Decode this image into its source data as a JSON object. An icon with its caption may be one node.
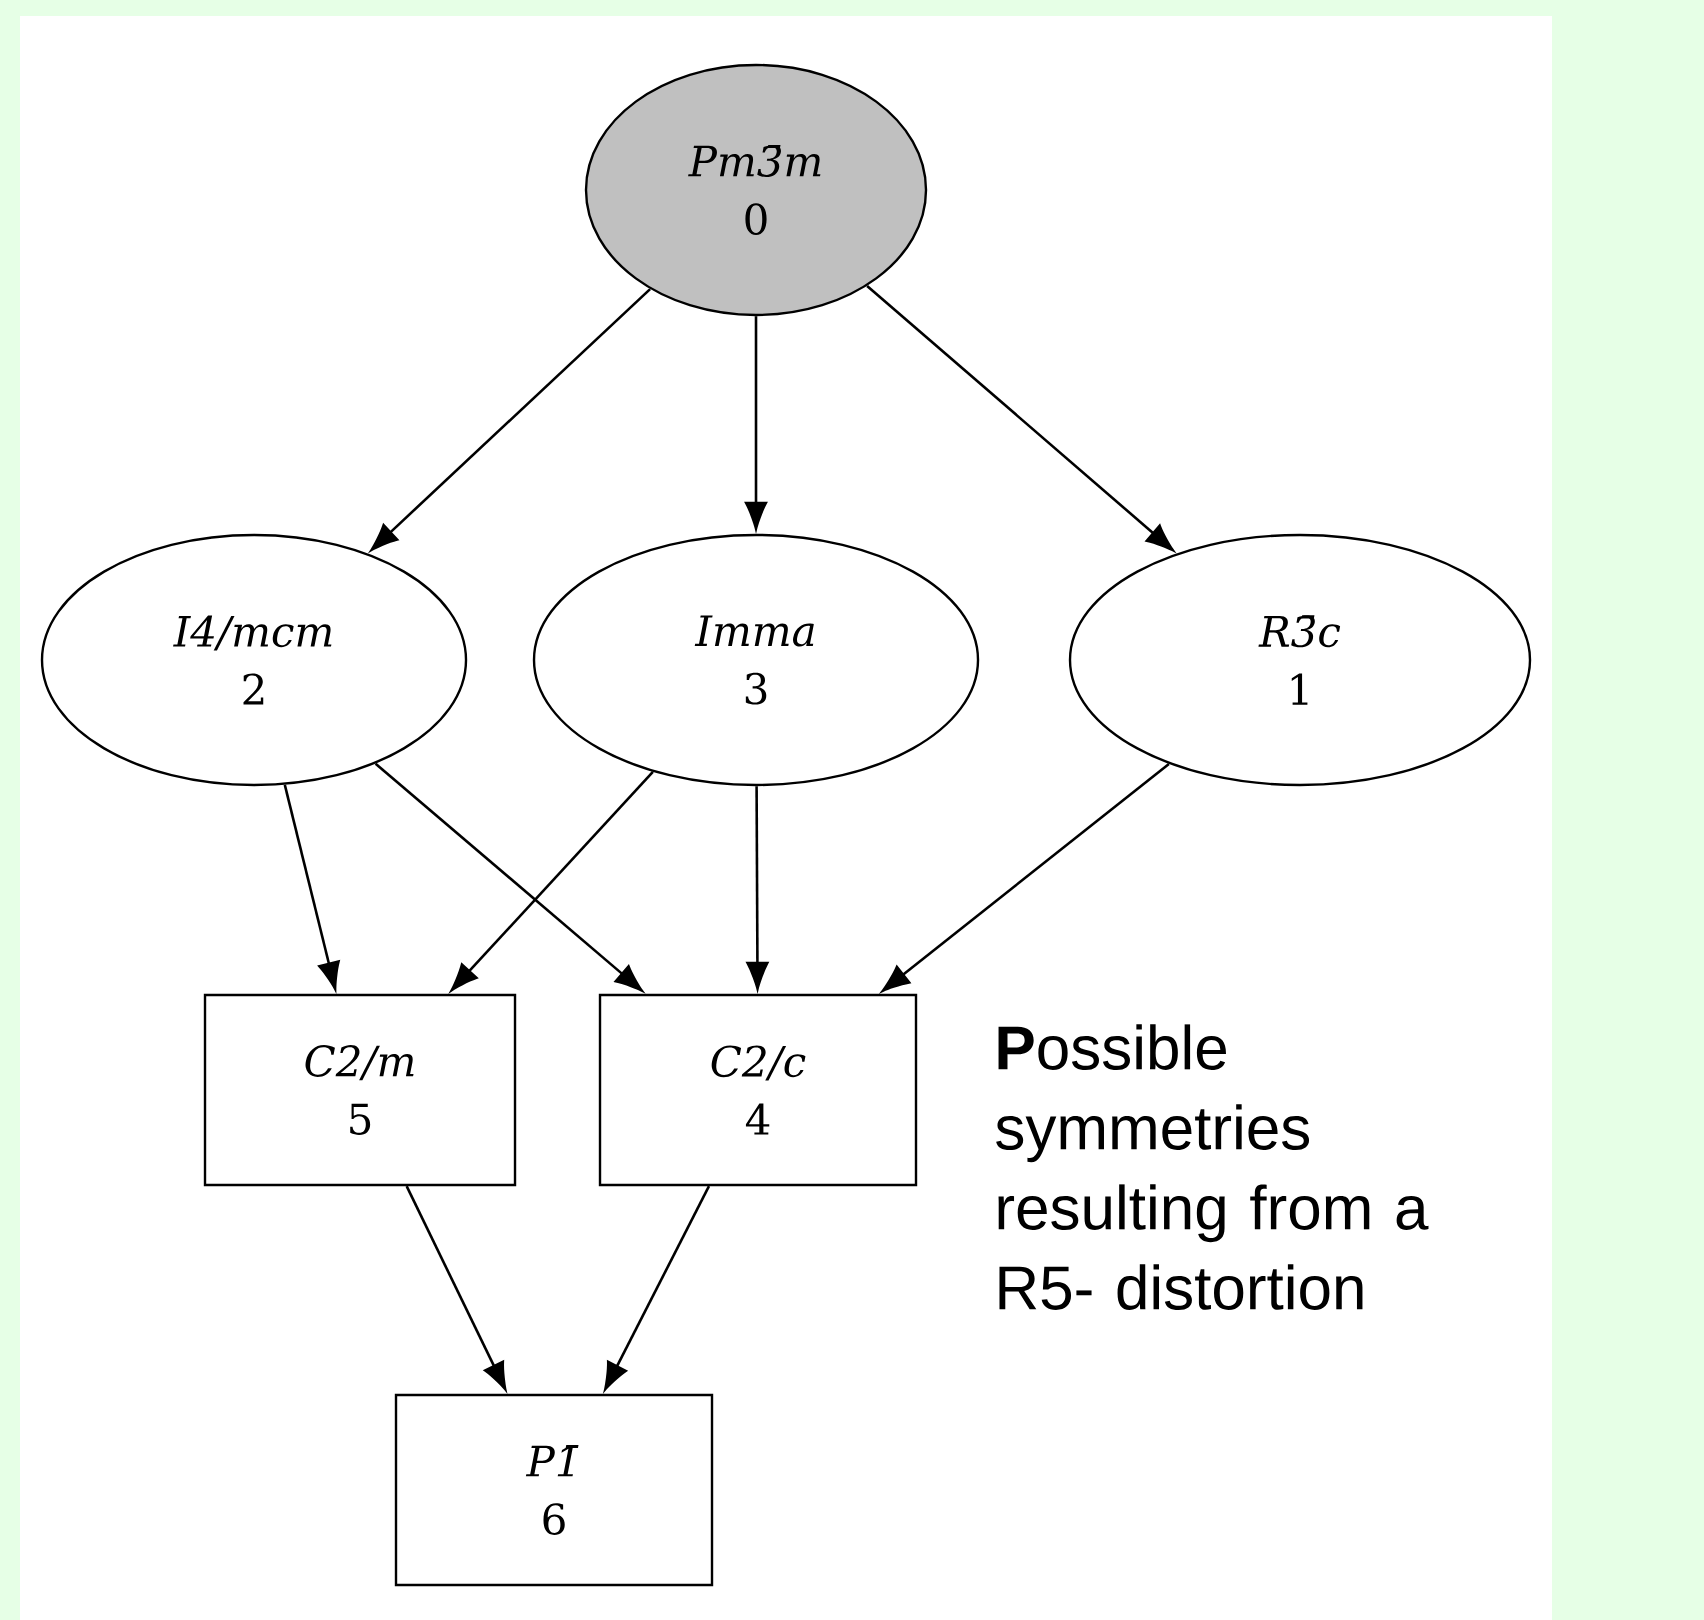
{
  "diagram": {
    "nodes": [
      {
        "text": [
          "Pm3̄m",
          "0"
        ]
      },
      {
        "text": [
          "I4/mcm",
          "2"
        ]
      },
      {
        "text": [
          "Imma",
          "3"
        ]
      },
      {
        "text": [
          "R3̄c",
          "1"
        ]
      },
      {
        "text": [
          "C2/m",
          "5"
        ]
      },
      {
        "text": [
          "C2/c",
          "4"
        ]
      },
      {
        "text": [
          "P1̄",
          "6"
        ]
      }
    ],
    "edges": [
      {
        "from": 0,
        "to": 1,
        "arrow": "to"
      },
      {
        "from": 0,
        "to": 2,
        "arrow": "to"
      },
      {
        "from": 0,
        "to": 3,
        "arrow": "to"
      },
      {
        "from": 1,
        "to": 4,
        "arrow": "to"
      },
      {
        "from": 1,
        "to": 5,
        "arrow": "to"
      },
      {
        "from": 2,
        "to": 4,
        "arrow": "to"
      },
      {
        "from": 2,
        "to": 5,
        "arrow": "to"
      },
      {
        "from": 3,
        "to": 5,
        "arrow": "to"
      },
      {
        "from": 4,
        "to": 6,
        "arrow": "to"
      },
      {
        "from": 5,
        "to": 6,
        "arrow": "to"
      }
    ],
    "labels": [
      "**P**ossible symmetries resulting from a R5- distortion"
    ]
  }
}
